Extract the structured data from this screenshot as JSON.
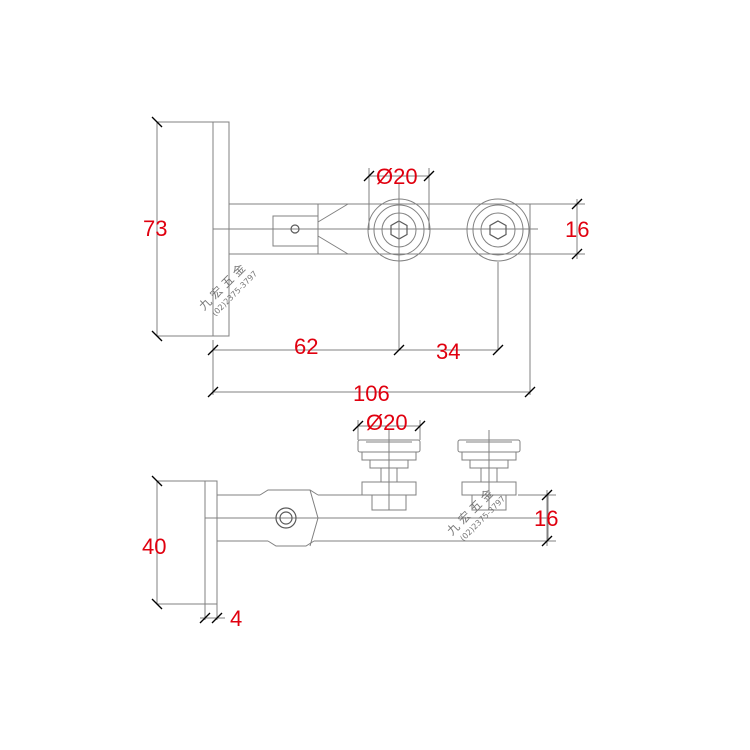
{
  "top_view": {
    "dim_height": "73",
    "dim_diameter": "Ø20",
    "dim_right": "16",
    "dim_62": "62",
    "dim_34": "34",
    "dim_106": "106",
    "watermark_name": "九 宏 五 金",
    "watermark_phone": "(02)2375-3797"
  },
  "bottom_view": {
    "dim_height": "40",
    "dim_diameter": "Ø20",
    "dim_right": "16",
    "dim_plate": "4",
    "watermark_name": "九 宏 五 金",
    "watermark_phone": "(02)2375-3797"
  },
  "colors": {
    "dimension_text": "#e0000f",
    "line": "#808080"
  }
}
